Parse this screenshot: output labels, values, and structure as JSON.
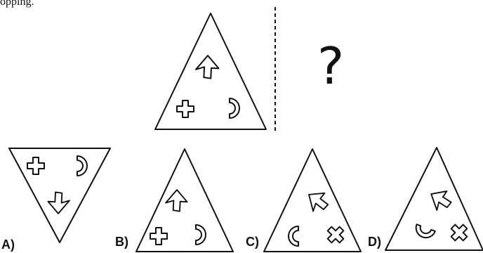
{
  "header": {
    "partial_text": "opping."
  },
  "question": {
    "mark": "?"
  },
  "options": [
    {
      "label": "A)"
    },
    {
      "label": "B)"
    },
    {
      "label": "C)"
    },
    {
      "label": "D)"
    }
  ]
}
